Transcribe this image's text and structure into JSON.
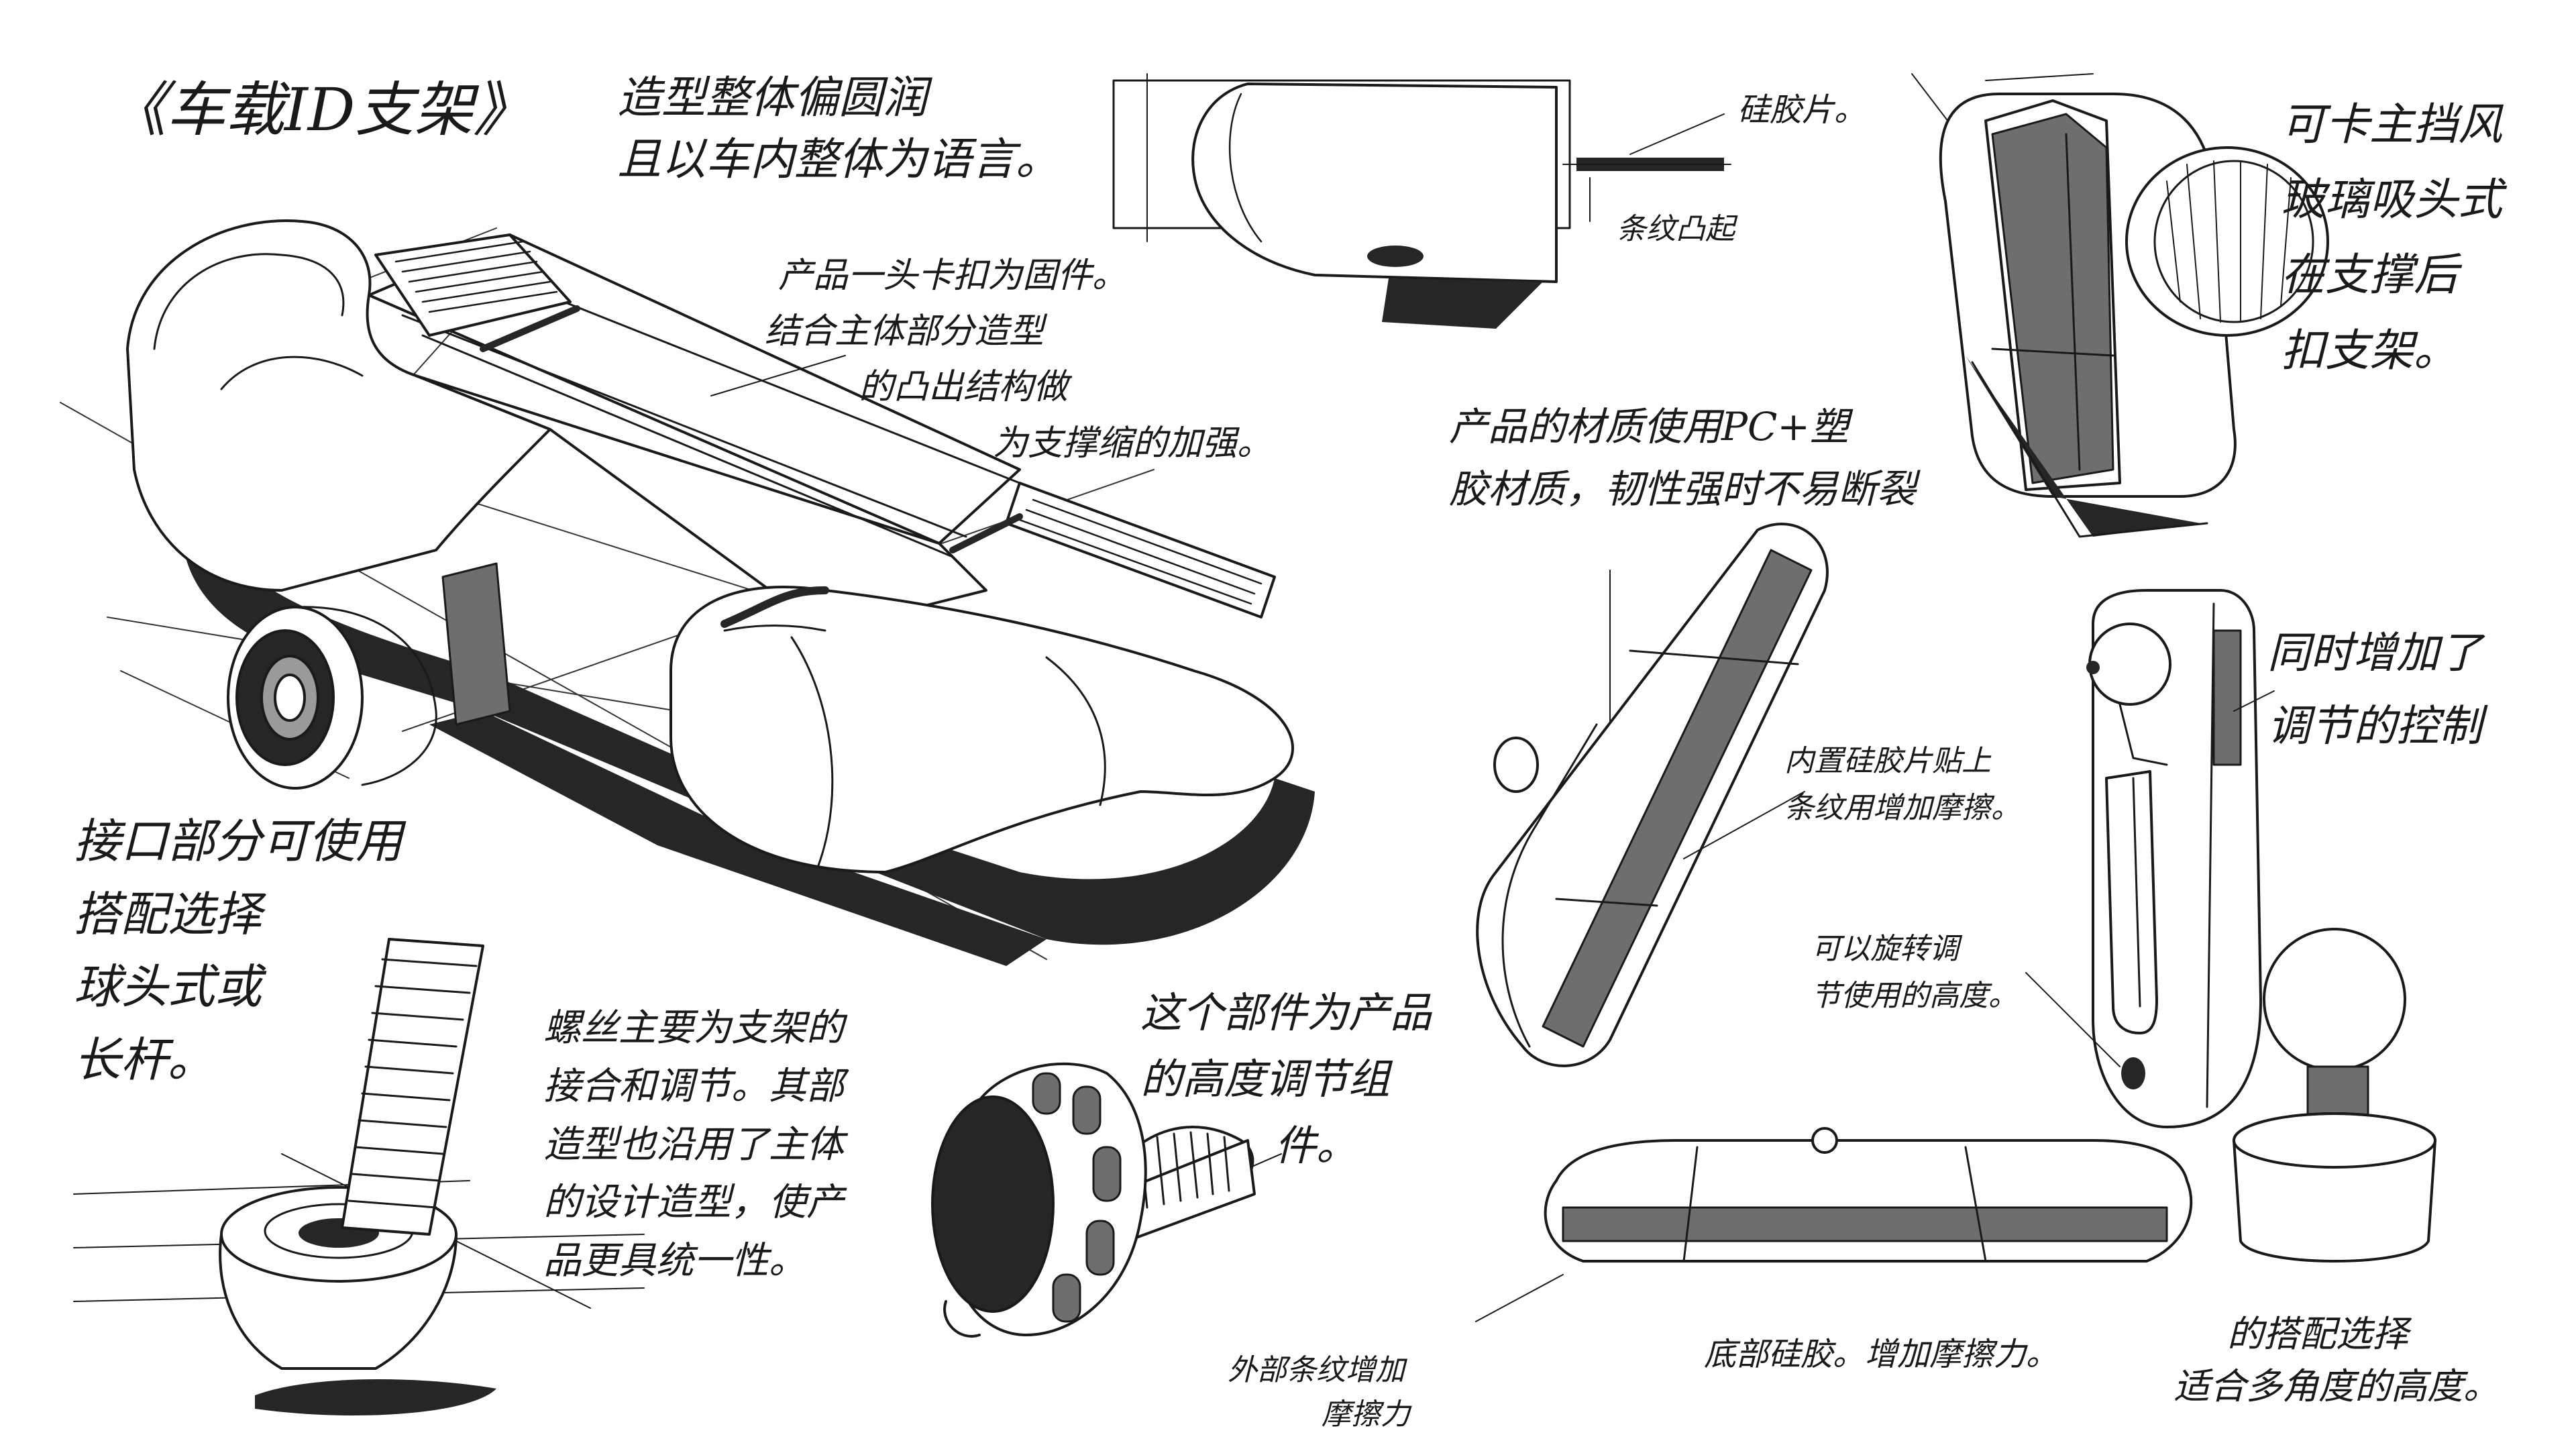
{
  "title": "《车载ID支架》",
  "annotations": {
    "form_language": [
      "造型整体偏圆润",
      "且以车内整体为语言。"
    ],
    "center_part": [
      "产品一头卡扣为固件。",
      "结合主体部分造型",
      "的凸出结构做",
      "为支撑缩的加强。"
    ],
    "film": "硅胶片。",
    "texture": "条纹凸起",
    "clip": [
      "可卡主挡风",
      "玻璃吸头式",
      "在支撑后",
      "扣支架。"
    ],
    "material": [
      "产品的材质使用PC+塑",
      "胶材质，韧性强时不易断裂"
    ],
    "ball_mount": [
      "同时增加了",
      "调节的控制"
    ],
    "interface": [
      "接口部分可使用",
      "搭配选择",
      "球头式或",
      "长杆。"
    ],
    "inner_grip": [
      "内置硅胶片贴上",
      "条纹用增加摩擦。"
    ],
    "slot": [
      "可以旋转调",
      "节使用的高度。"
    ],
    "screw": [
      "螺丝主要为支架的",
      "接合和调节。其部",
      "造型也沿用了主体",
      "的设计造型，使产",
      "品更具统一性。"
    ],
    "knob": [
      "这个部件为产品",
      "的高度调节组",
      "件。"
    ],
    "knob_texture": [
      "外部条纹增加",
      "摩擦力"
    ],
    "bottom_bar": "底部硅胶。增加摩擦力。",
    "ball": [
      "的搭配选择",
      "适合多角度的高度。"
    ]
  },
  "colors": {
    "ink": "#1a1a1a",
    "shadow": "#262626",
    "mid_gray": "#6e6e6e",
    "light_gray": "#b8b8b8",
    "paper": "#ffffff"
  }
}
